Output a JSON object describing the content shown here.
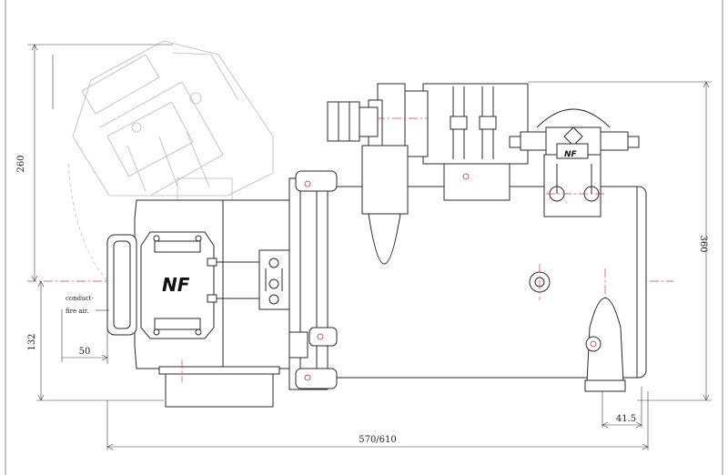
{
  "drawing": {
    "dimensions": {
      "height_upper": "260",
      "height_total": "360",
      "height_lower": "132",
      "offset_left": "50",
      "offset_right": "41.5",
      "length": "570/610"
    },
    "notes": {
      "line1": "conduct-",
      "line2": "fire air."
    },
    "brand_mark": "NF"
  }
}
